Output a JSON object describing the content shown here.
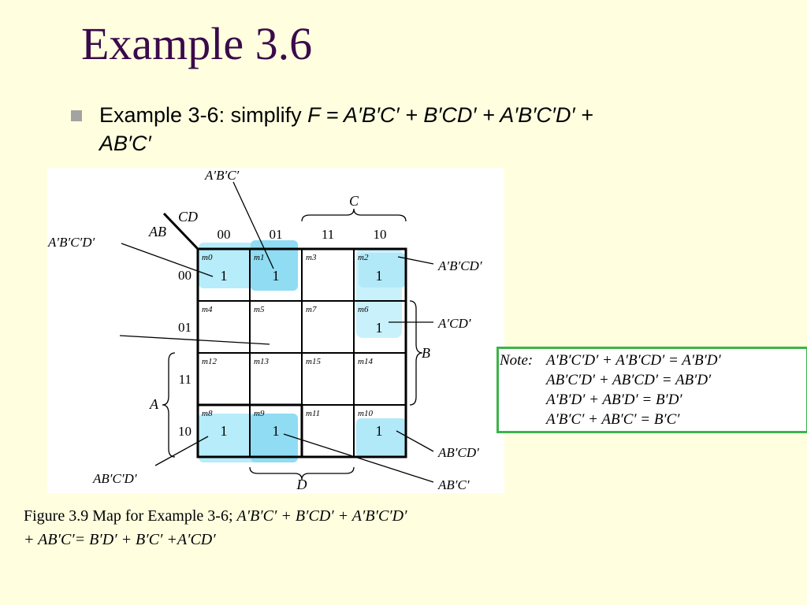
{
  "title": "Example 3.6",
  "bullet": {
    "lead": "Example 3-6: simplify ",
    "expr_line1": "F = A′B′C′ + B′CD′ + A′B′C′D′ +",
    "expr_line2": "AB′C′"
  },
  "map": {
    "col_var": "CD",
    "row_var": "AB",
    "col_headers": [
      "00",
      "01",
      "11",
      "10"
    ],
    "row_headers": [
      "00",
      "01",
      "11",
      "10"
    ],
    "c_label": "C",
    "a_label": "A",
    "b_label": "B",
    "d_label": "D",
    "minterms": [
      [
        "m0",
        "m1",
        "m3",
        "m2"
      ],
      [
        "m4",
        "m5",
        "m7",
        "m6"
      ],
      [
        "m12",
        "m13",
        "m15",
        "m14"
      ],
      [
        "m8",
        "m9",
        "m11",
        "m10"
      ]
    ],
    "values": [
      [
        "1",
        "1",
        "",
        "1"
      ],
      [
        "",
        "",
        "",
        "1"
      ],
      [
        "",
        "",
        "",
        ""
      ],
      [
        "1",
        "1",
        "",
        "1"
      ]
    ],
    "callouts": {
      "top": "A′B′C′",
      "left_top": "A′B′C′D′",
      "right_top": "A′B′CD′",
      "right_mid": "A′CD′",
      "right_bottom1": "AB′CD′",
      "right_bottom2": "AB′C′",
      "left_bottom": "AB′C′D′"
    },
    "group_color": "#a9e7f7"
  },
  "note": {
    "label": "Note:",
    "lines": [
      "A′B′C′D′ + A′B′CD′ = A′B′D′",
      "AB′C′D′ + AB′CD′ = AB′D′",
      "A′B′D′ + AB′D′ = B′D′",
      "A′B′C′ + AB′C′ = B′C′"
    ],
    "border_color": "#3cb34a"
  },
  "caption": {
    "prefix": "Figure 3.9 Map for Example 3-6; ",
    "expr1": "A′B′C′ + B′CD′ + A′B′C′D′",
    "expr2": "+ AB′C′= B′D′ + B′C′ +A′CD′"
  }
}
